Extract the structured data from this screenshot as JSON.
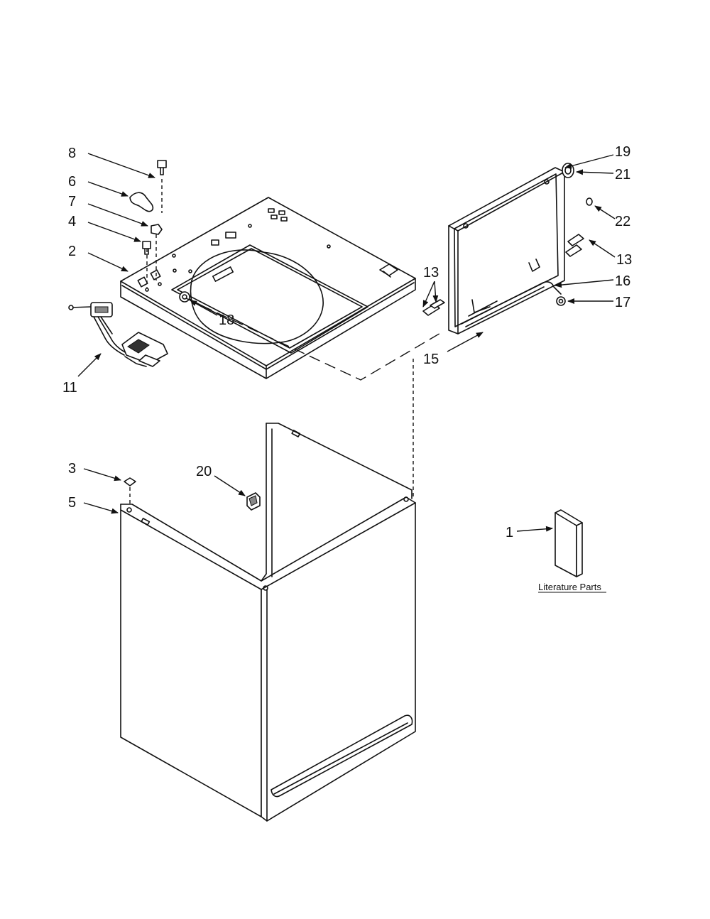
{
  "callouts": [
    {
      "id": "c8",
      "text": "8"
    },
    {
      "id": "c6",
      "text": "6"
    },
    {
      "id": "c7",
      "text": "7"
    },
    {
      "id": "c4",
      "text": "4"
    },
    {
      "id": "c2",
      "text": "2"
    },
    {
      "id": "c11",
      "text": "11"
    },
    {
      "id": "c18",
      "text": "18"
    },
    {
      "id": "c3",
      "text": "3"
    },
    {
      "id": "c5",
      "text": "5"
    },
    {
      "id": "c20",
      "text": "20"
    },
    {
      "id": "c19",
      "text": "19"
    },
    {
      "id": "c21",
      "text": "21"
    },
    {
      "id": "c22",
      "text": "22"
    },
    {
      "id": "c13a",
      "text": "13"
    },
    {
      "id": "c13b",
      "text": "13"
    },
    {
      "id": "c16",
      "text": "16"
    },
    {
      "id": "c17",
      "text": "17"
    },
    {
      "id": "c15",
      "text": "15"
    },
    {
      "id": "c1",
      "text": "1"
    }
  ],
  "literature": {
    "label": "Literature Parts"
  }
}
